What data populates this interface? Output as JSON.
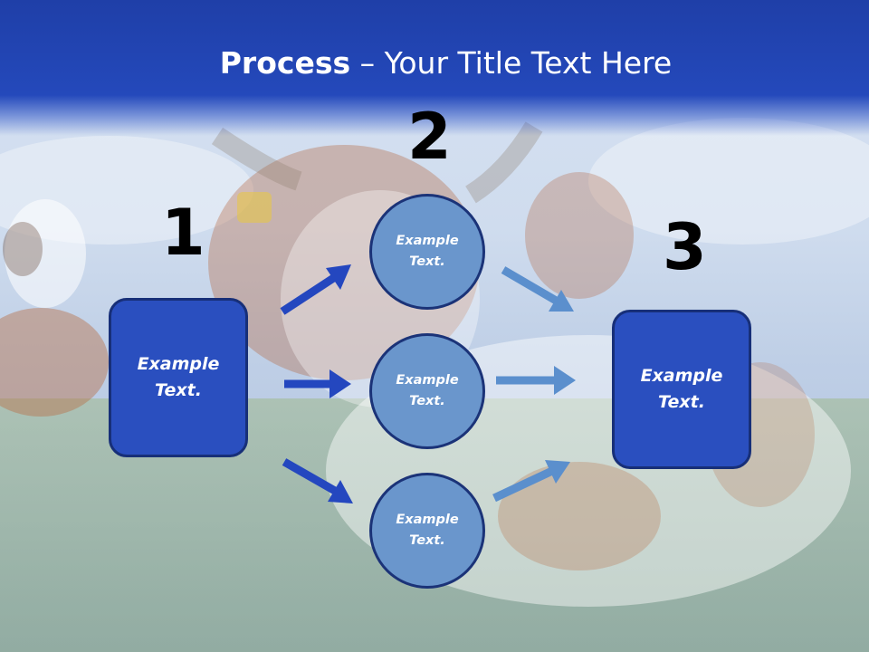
{
  "title": {
    "bold": "Process",
    "rest": " – Your Title Text Here"
  },
  "steps": [
    {
      "number": "1",
      "text": "Example\nText."
    },
    {
      "number": "2",
      "items": [
        "Example\nText.",
        "Example\nText.",
        "Example\nText."
      ]
    },
    {
      "number": "3",
      "text": "Example\nText."
    }
  ],
  "colors": {
    "title_band": "#2449bb",
    "box_fill": "#2a4fbf",
    "circle_fill": "#6a96cc",
    "arrow_dark": "#2447bf",
    "arrow_light": "#5b8fcd"
  },
  "background": "faded photo of cows lying on grass under a blue sky"
}
